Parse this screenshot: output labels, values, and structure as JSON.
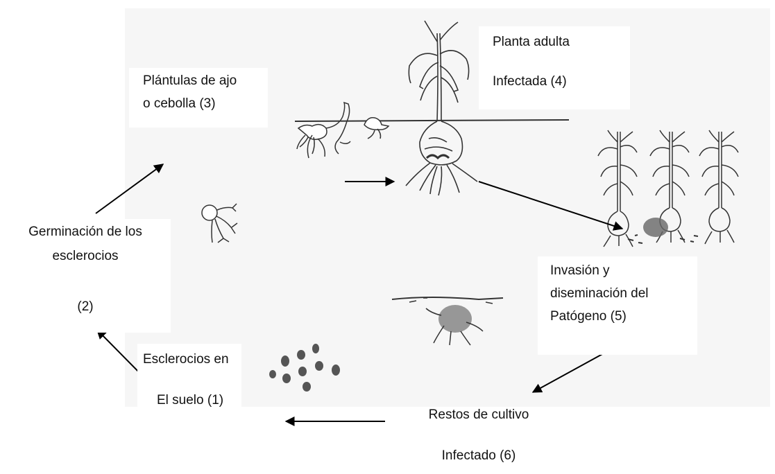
{
  "stages": {
    "soil_sclerotia": {
      "line1": "Esclerocios  en",
      "line2": "El suelo (1)"
    },
    "germination": {
      "line1": "Germinación de los",
      "line2": "esclerocios",
      "line3": "(2)"
    },
    "seedlings": {
      "line1": "Plántulas de ajo",
      "line2": "o cebolla  (3)"
    },
    "adult_plant": {
      "line1": "Planta adulta",
      "line2": "Infectada (4)"
    },
    "invasion": {
      "line1": "Invasión y",
      "line2": "diseminación del",
      "line3": "Patógeno (5)"
    },
    "crop_residue": {
      "line1": "Restos de cultivo",
      "line2": "Infectado (6)"
    }
  }
}
